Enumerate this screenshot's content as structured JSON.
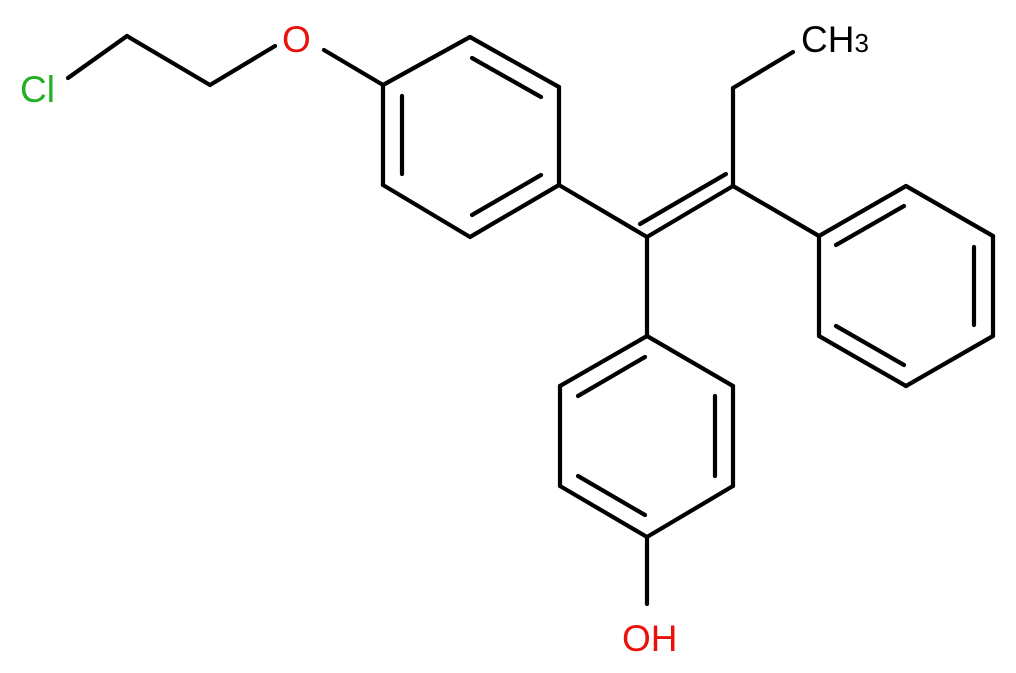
{
  "molecule": {
    "atoms": {
      "cl": {
        "text": "Cl",
        "color": "#22b022"
      },
      "o_ether": {
        "text": "O",
        "color": "#e8120b"
      },
      "ch3": {
        "text": "CH",
        "sub": "3",
        "color": "#000000"
      },
      "oh": {
        "text": "OH",
        "color": "#e8120b"
      }
    },
    "bond_color": "#000000"
  }
}
